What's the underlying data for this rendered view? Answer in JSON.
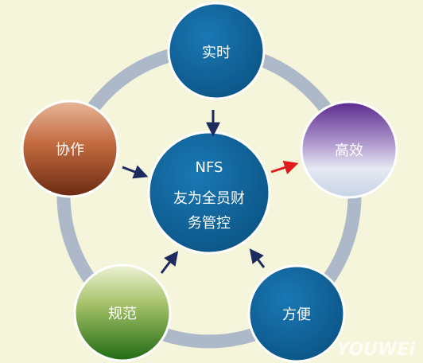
{
  "center": {
    "title": "NFS",
    "line1": "友为全员财",
    "line2": "务管控"
  },
  "nodes": [
    {
      "id": "realtime",
      "label": "实时"
    },
    {
      "id": "efficient",
      "label": "高效"
    },
    {
      "id": "convenient",
      "label": "方便"
    },
    {
      "id": "standard",
      "label": "规范"
    },
    {
      "id": "collaboration",
      "label": "协作"
    }
  ],
  "watermark": "YOUWEi",
  "colors": {
    "background": "#f5f5dc",
    "ring": "#adb9c9",
    "node_blue": "#0f5f94",
    "arrow_navy": "#1c2a5e",
    "arrow_red": "#e11b1b",
    "text_light": "#ffffff",
    "text_dark": "#ffffff"
  }
}
